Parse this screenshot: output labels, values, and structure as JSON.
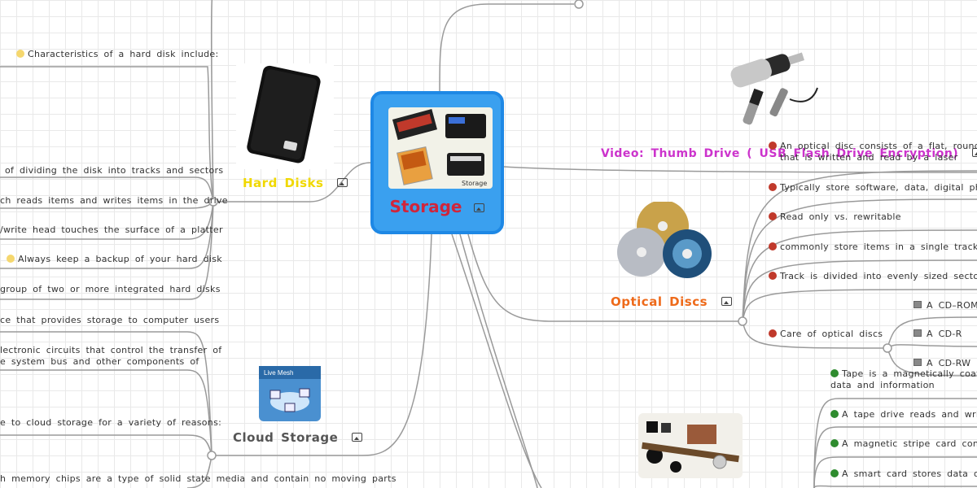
{
  "central": {
    "title": "Storage",
    "image_caption": "Storage",
    "image_icon": "image-icon"
  },
  "branches": {
    "hard_disks": {
      "label": "Hard  Disks",
      "color": "#f0d800",
      "icon": "image-icon"
    },
    "cloud_storage": {
      "label": "Cloud  Storage",
      "color": "#555555",
      "icon": "image-icon",
      "image_caption": "Live Mesh"
    },
    "optical_discs": {
      "label": "Optical  Discs",
      "color": "#ee6a1a",
      "icon": "image-icon"
    },
    "video": {
      "label": "Video: Thumb  Drive ( USB  Flash Drive  Encryption)",
      "color": "#cc33cc",
      "icon": "image-icon"
    }
  },
  "left_topics": [
    "Characteristics  of  a  hard  disk  include:",
    "of  dividing  the  disk  into  tracks  and  sectors",
    "ch  reads  items  and  writes  items  in  the  drive",
    "/write  head  touches  the  surface  of  a  platter",
    "Always  keep  a backup  of  your  hard  disk",
    "group  of  two  or  more  integrated  hard  disks",
    "ce  that  provides  storage  to  computer  users",
    "lectronic  circuits  that  control  the  transfer  of",
    "e  system  bus  and  other  components  of",
    "e  to  cloud  storage  for  a variety  of  reasons:",
    "h  memory  chips are  a type  of  solid  state  media  and  contain  no  moving  parts"
  ],
  "optical_topics": [
    "An  optical  disc  consists  of  a flat, round, portab",
    "that  is written and read by a laser",
    "Typically  store software, data, digital photos, mov",
    "Read only vs. rewritable",
    "commonly  store  items  in a single  track  that  spi",
    "Track  is  divided  into  evenly  sized  sectors",
    "Care  of  optical  discs"
  ],
  "optical_subtopics": [
    "A  CD–ROM",
    "A  CD-R",
    "A  CD-RW"
  ],
  "tape_topics": [
    "Tape  is a magnetically  coated  rib",
    "data  and  information",
    "A tape  drive  reads  and  writes  da",
    "A  magnetic  stripe  card  contains",
    "A  smart  card  stores  data  on  a t"
  ],
  "colors": {
    "central_fill": "#3aa0ef",
    "central_border": "#1e88e5",
    "central_title": "#d0253b",
    "yellow_dot": "#f5d76e",
    "red_dot": "#c0392b",
    "green_dot": "#2e8b2e",
    "link": "#999999"
  }
}
